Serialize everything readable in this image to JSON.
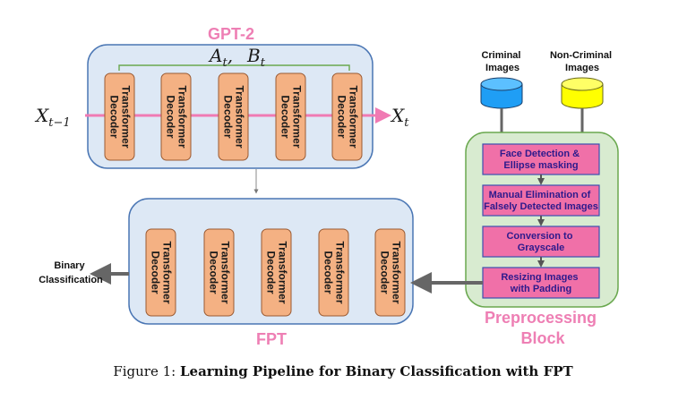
{
  "gpt2": {
    "title": "GPT-2",
    "input_base": "X",
    "input_sub": "t−1",
    "output_base": "X",
    "output_sub": "t",
    "a_base": "A",
    "a_sub": "t",
    "b_base": "B",
    "b_sub": "t",
    "decoders": [
      "Transformer Decoder",
      "Transformer Decoder",
      "Transformer Decoder",
      "Transformer Decoder",
      "Transformer Decoder"
    ]
  },
  "fpt": {
    "title": "FPT",
    "decoders": [
      "Transformer Decoder",
      "Transformer Decoder",
      "Transformer Decoder",
      "Transformer Decoder",
      "Transformer Decoder"
    ]
  },
  "output_label": [
    "Binary",
    "Classification"
  ],
  "sources": {
    "criminal": [
      "Criminal",
      "Images"
    ],
    "non_criminal": [
      "Non-Criminal",
      "Images"
    ]
  },
  "preprocessing": {
    "title": [
      "Preprocessing",
      "Block"
    ],
    "steps": [
      [
        "Face Detection &",
        "Ellipse masking"
      ],
      [
        "Manual Elimination of",
        "Falsely Detected Images"
      ],
      [
        "Conversion to",
        "Grayscale"
      ],
      [
        "Resizing Images",
        "with Padding"
      ]
    ]
  },
  "caption": {
    "prefix": "Figure 1:",
    "text": "Learning Pipeline for Binary Classification with FPT"
  },
  "colors": {
    "panel_fill": "#dde8f5",
    "panel_stroke": "#4a76b4",
    "decoder_fill": "#f4b183",
    "decoder_stroke": "#9a5a32",
    "pink_line": "#f07ab3",
    "title_pink": "#ee7fb4",
    "pp_panel_fill": "#d8ebd0",
    "pp_step_fill": "#f070a8",
    "db_blue": "#1f9ef5",
    "db_yellow": "#ffff00"
  }
}
